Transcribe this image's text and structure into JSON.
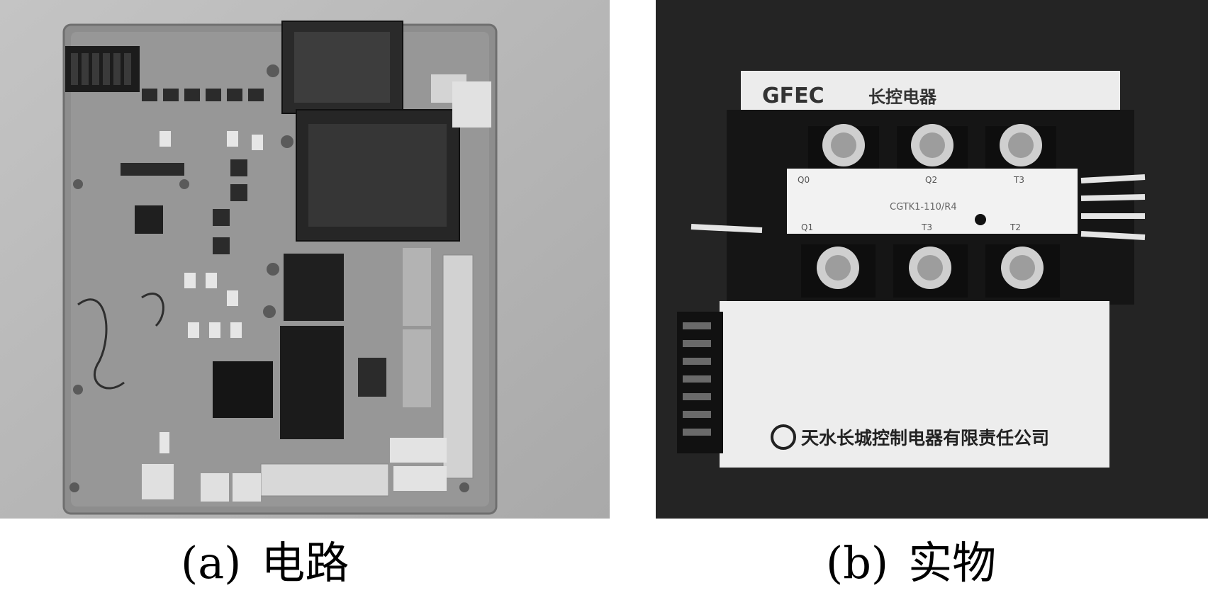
{
  "figure": {
    "panel_a": {
      "caption_letter": "(a)",
      "caption_text": "电路"
    },
    "panel_b": {
      "caption_letter": "(b)",
      "caption_text": "实物",
      "module_brand": "GFEC",
      "module_brand_cn": "长控电器",
      "module_model": "CGTK1-110/R4",
      "terminal_labels": [
        "Q0",
        "Q2",
        "T3",
        "Q1",
        "T3",
        "T2"
      ],
      "manufacturer": "天水长城控制电器有限责任公司"
    }
  }
}
